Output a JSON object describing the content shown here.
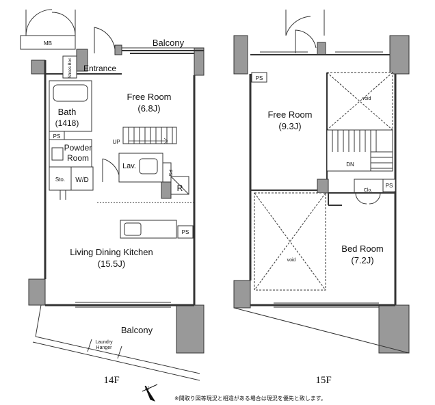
{
  "floor14": {
    "title": "14F",
    "rooms": {
      "mb": "MB",
      "balcony_top": "Balcony",
      "shoes_box": "Shoes Box",
      "entrance": "Entrance",
      "free_room_name": "Free Room",
      "free_room_size": "(6.8J)",
      "bath_name": "Bath",
      "bath_size": "(1418)",
      "powder_room_line1": "Powder",
      "powder_room_line2": "Room",
      "ps_left": "PS",
      "sto": "Sto.",
      "wd": "W/D",
      "up": "UP",
      "lav": "Lav.",
      "ps_small": "PS",
      "r": "R",
      "ps_kitchen": "PS",
      "ldk_name": "Living Dining Kitchen",
      "ldk_size": "(15.5J)",
      "balcony_bottom": "Balcony",
      "laundry_line1": "Laundry",
      "laundry_line2": "Hanger"
    }
  },
  "floor15": {
    "title": "15F",
    "rooms": {
      "ps_top": "PS",
      "free_room_name": "Free Room",
      "free_room_size": "(9.3J)",
      "void_top": "void",
      "dn": "DN",
      "ps_right": "PS",
      "clo": "Clo.",
      "void_bottom": "void",
      "bed_room_name": "Bed Room",
      "bed_room_size": "(7.2J)"
    }
  },
  "footnote": "※間取り図等現況と相違がある場合は現況を優先と致します。",
  "icons": [
    "compass-icon"
  ]
}
